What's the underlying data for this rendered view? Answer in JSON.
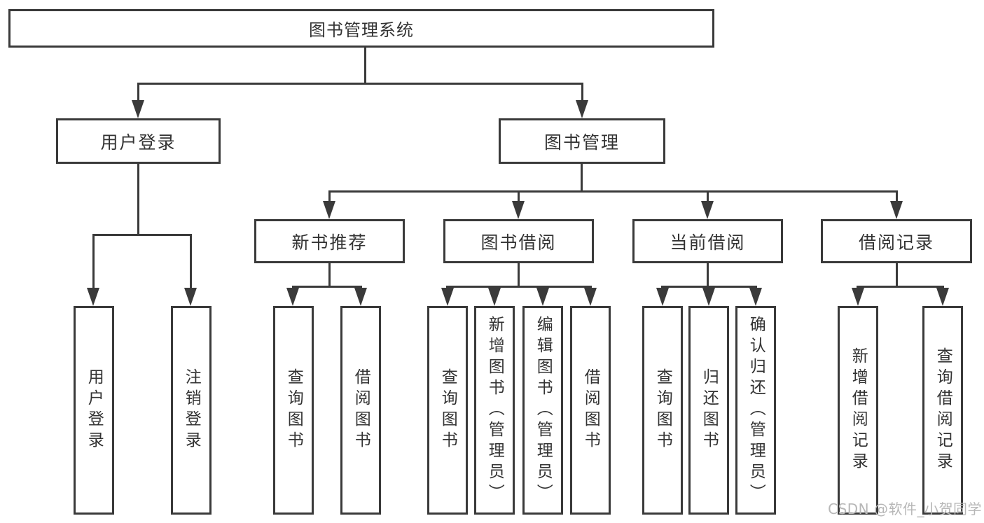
{
  "tree": {
    "root": "图书管理系统",
    "user_branch": {
      "label": "用户登录",
      "children": [
        "用户登录",
        "注销登录"
      ]
    },
    "book_branch": {
      "label": "图书管理",
      "sections": [
        {
          "label": "新书推荐",
          "children": [
            "查询图书",
            "借阅图书"
          ]
        },
        {
          "label": "图书借阅",
          "children": [
            "查询图书",
            "新增图书（管理员）",
            "编辑图书（管理员）",
            "借阅图书"
          ]
        },
        {
          "label": "当前借阅",
          "children": [
            "查询图书",
            "归还图书",
            "确认归还（管理员）"
          ]
        },
        {
          "label": "借阅记录",
          "children": [
            "新增借阅记录",
            "查询借阅记录"
          ]
        }
      ]
    }
  },
  "watermark": "CSDN @软件_小贺同学",
  "colors": {
    "line": "#3a3a3a",
    "text": "#333333",
    "watermark": "#b7b7b7",
    "background": "#ffffff"
  }
}
